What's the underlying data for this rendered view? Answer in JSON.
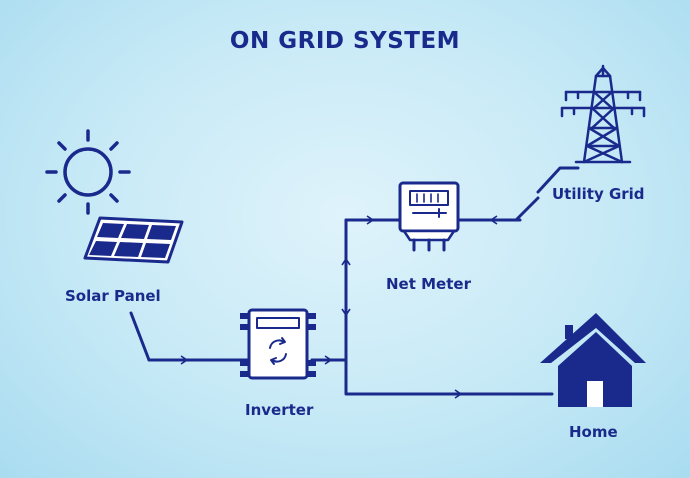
{
  "title": "ON GRID SYSTEM",
  "nodes": {
    "solar_panel": "Solar Panel",
    "inverter": "Inverter",
    "net_meter": "Net Meter",
    "utility_grid": "Utility Grid",
    "home": "Home"
  },
  "colors": {
    "primary": "#1a2a8c",
    "background": "#c6e9f6"
  }
}
